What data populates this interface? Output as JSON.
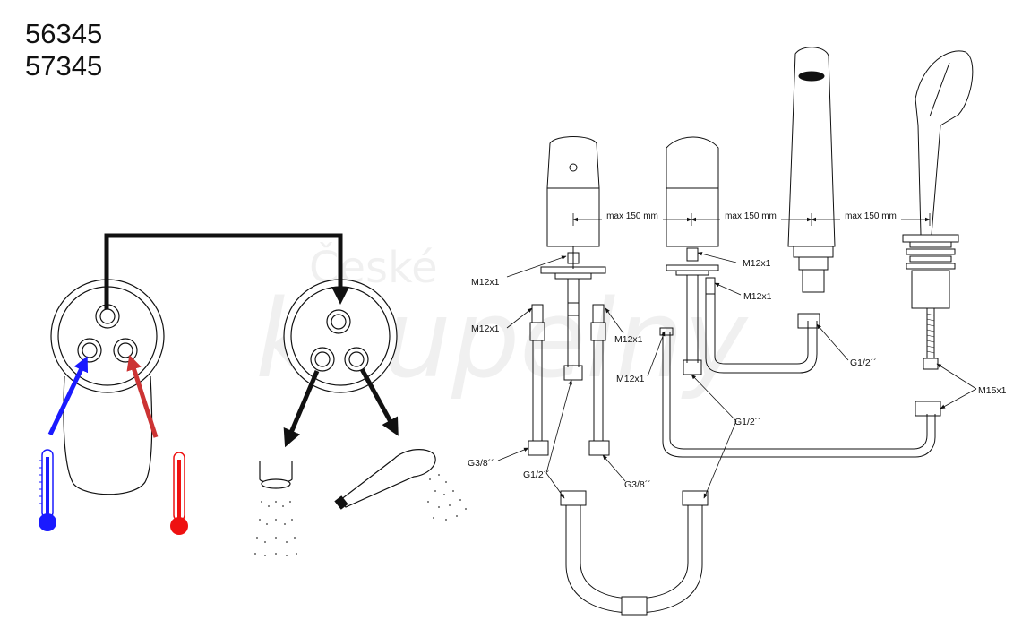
{
  "product_codes": [
    "56345",
    "57345"
  ],
  "watermark": {
    "line1": "České",
    "line2": "koupelny"
  },
  "dimensions": [
    "max 150 mm",
    "max 150 mm",
    "max 150 mm"
  ],
  "thread_labels": {
    "m12_top_left": "M12x1",
    "m12_top_right": "M12x1",
    "m12_right_2": "M12x1",
    "m12_mid_left": "M12x1",
    "m12_mid_right": "M12x1",
    "m12_lower": "M12x1",
    "g12_right_hose": "G1/2´´",
    "g12_center": "G1/2´´",
    "g12_left": "G1/2´´",
    "g38_left": "G3/8´´",
    "g38_right": "G3/8´´",
    "m15": "M15x1"
  },
  "colors": {
    "cold": "#1a1aff",
    "hot": "#ee1111",
    "hot_arrow": "#cc3333",
    "line": "#111111"
  }
}
